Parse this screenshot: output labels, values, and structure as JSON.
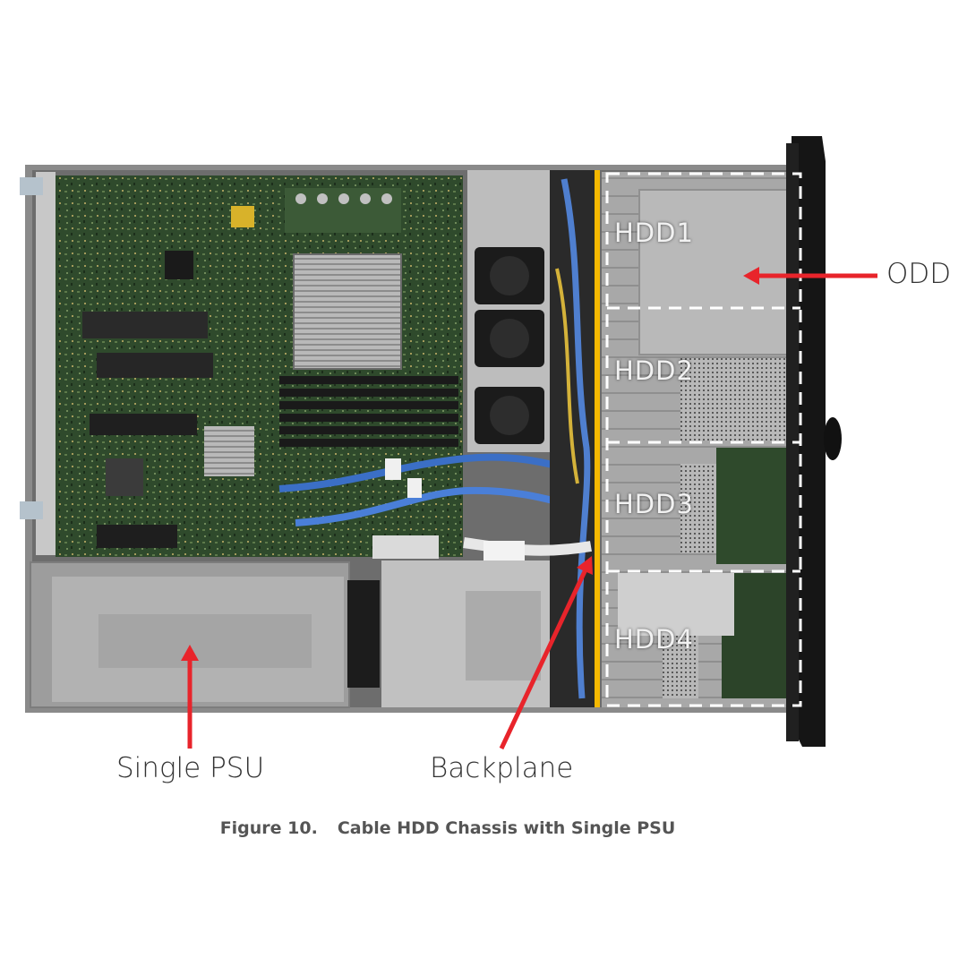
{
  "figure": {
    "caption_number": "Figure 10.",
    "caption_text": "Cable HDD Chassis with Single PSU"
  },
  "callouts": {
    "odd": "ODD",
    "psu": "Single PSU",
    "backplane": "Backplane"
  },
  "bays": [
    "HDD1",
    "HDD2",
    "HDD3",
    "HDD4"
  ],
  "colors": {
    "arrow": "#e8242b",
    "backplane_line": "#f5b800",
    "board_green": "#2d4a2a",
    "chassis_gray": "#9a9a9a",
    "bezel_black": "#151515",
    "callout_text": "#333333",
    "caption_text": "#555555"
  }
}
